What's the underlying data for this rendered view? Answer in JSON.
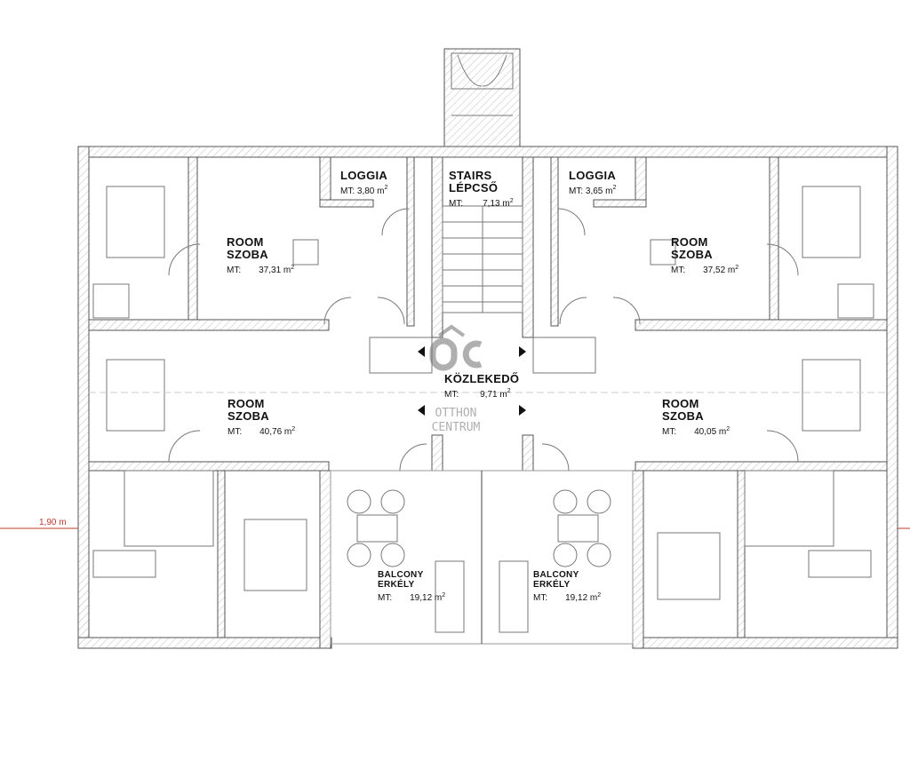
{
  "plan": {
    "dimension_marker": "1,90 m",
    "area_prefix": "MT:",
    "area_unit": "m",
    "area_unit_exp": "2",
    "rooms": [
      {
        "id": "loggia-left",
        "title": "LOGGIA",
        "subtitle": "",
        "area": "3,80"
      },
      {
        "id": "stairs",
        "title": "STAIRS",
        "subtitle": "LÉPCSŐ",
        "area": "7,13"
      },
      {
        "id": "loggia-right",
        "title": "LOGGIA",
        "subtitle": "",
        "area": "3,65"
      },
      {
        "id": "room-top-left",
        "title": "ROOM",
        "subtitle": "SZOBA",
        "area": "37,31"
      },
      {
        "id": "room-top-right",
        "title": "ROOM",
        "subtitle": "SZOBA",
        "area": "37,52"
      },
      {
        "id": "corridor",
        "title": "KÖZLEKEDŐ",
        "subtitle": "",
        "area": "9,71"
      },
      {
        "id": "room-mid-left",
        "title": "ROOM",
        "subtitle": "SZOBA",
        "area": "40,76"
      },
      {
        "id": "room-mid-right",
        "title": "ROOM",
        "subtitle": "SZOBA",
        "area": "40,05"
      },
      {
        "id": "balcony-left",
        "title": "BALCONY",
        "subtitle": "ERKÉLY",
        "area": "19,12"
      },
      {
        "id": "balcony-right",
        "title": "BALCONY",
        "subtitle": "ERKÉLY",
        "area": "19,12"
      }
    ]
  },
  "watermark": {
    "logo": "OC",
    "line1": "OTTHON",
    "line2": "CENTRUM"
  },
  "colors": {
    "wall": "#555555",
    "hatch": "#bbbbbb",
    "dimension": "#c0392b"
  }
}
